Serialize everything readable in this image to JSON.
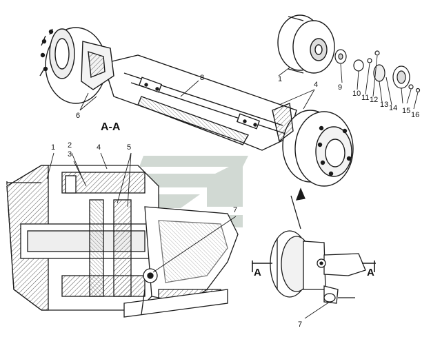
{
  "section": {
    "title": "A-A",
    "cut_left": "A",
    "cut_right": "A"
  },
  "callouts": {
    "c1": "1",
    "c2": "2",
    "c3": "3",
    "c4": "4",
    "c5": "5",
    "c6": "6",
    "c7": "7",
    "c8": "8",
    "c9": "9",
    "c10": "10",
    "c11": "11",
    "c12": "12",
    "c13": "13",
    "c14": "14",
    "c15": "15",
    "c16": "16",
    "b1": "1",
    "b4": "4",
    "b7": "7"
  },
  "colors": {
    "ink": "#1a1a1a",
    "hatch": "#555555",
    "watermark": "#c9d3cc"
  }
}
